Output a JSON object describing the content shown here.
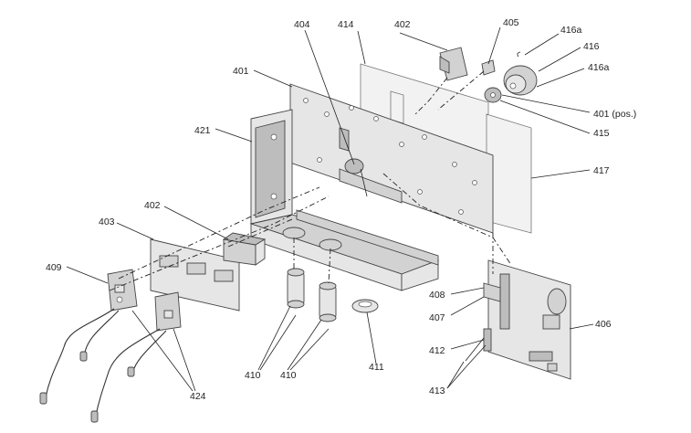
{
  "callouts": {
    "c401": "401",
    "c402a": "402",
    "c402b": "402",
    "c403": "403",
    "c404": "404",
    "c405": "405",
    "c406": "406",
    "c407": "407",
    "c408": "408",
    "c409": "409",
    "c410a": "410",
    "c410b": "410",
    "c411": "411",
    "c412": "412",
    "c413": "413",
    "c414": "414",
    "c415": "415",
    "c416": "416",
    "c416a": "416a",
    "c416b": "416a",
    "c417": "417",
    "c421": "421",
    "c424": "424",
    "c401pos": "401 (pos.)"
  }
}
